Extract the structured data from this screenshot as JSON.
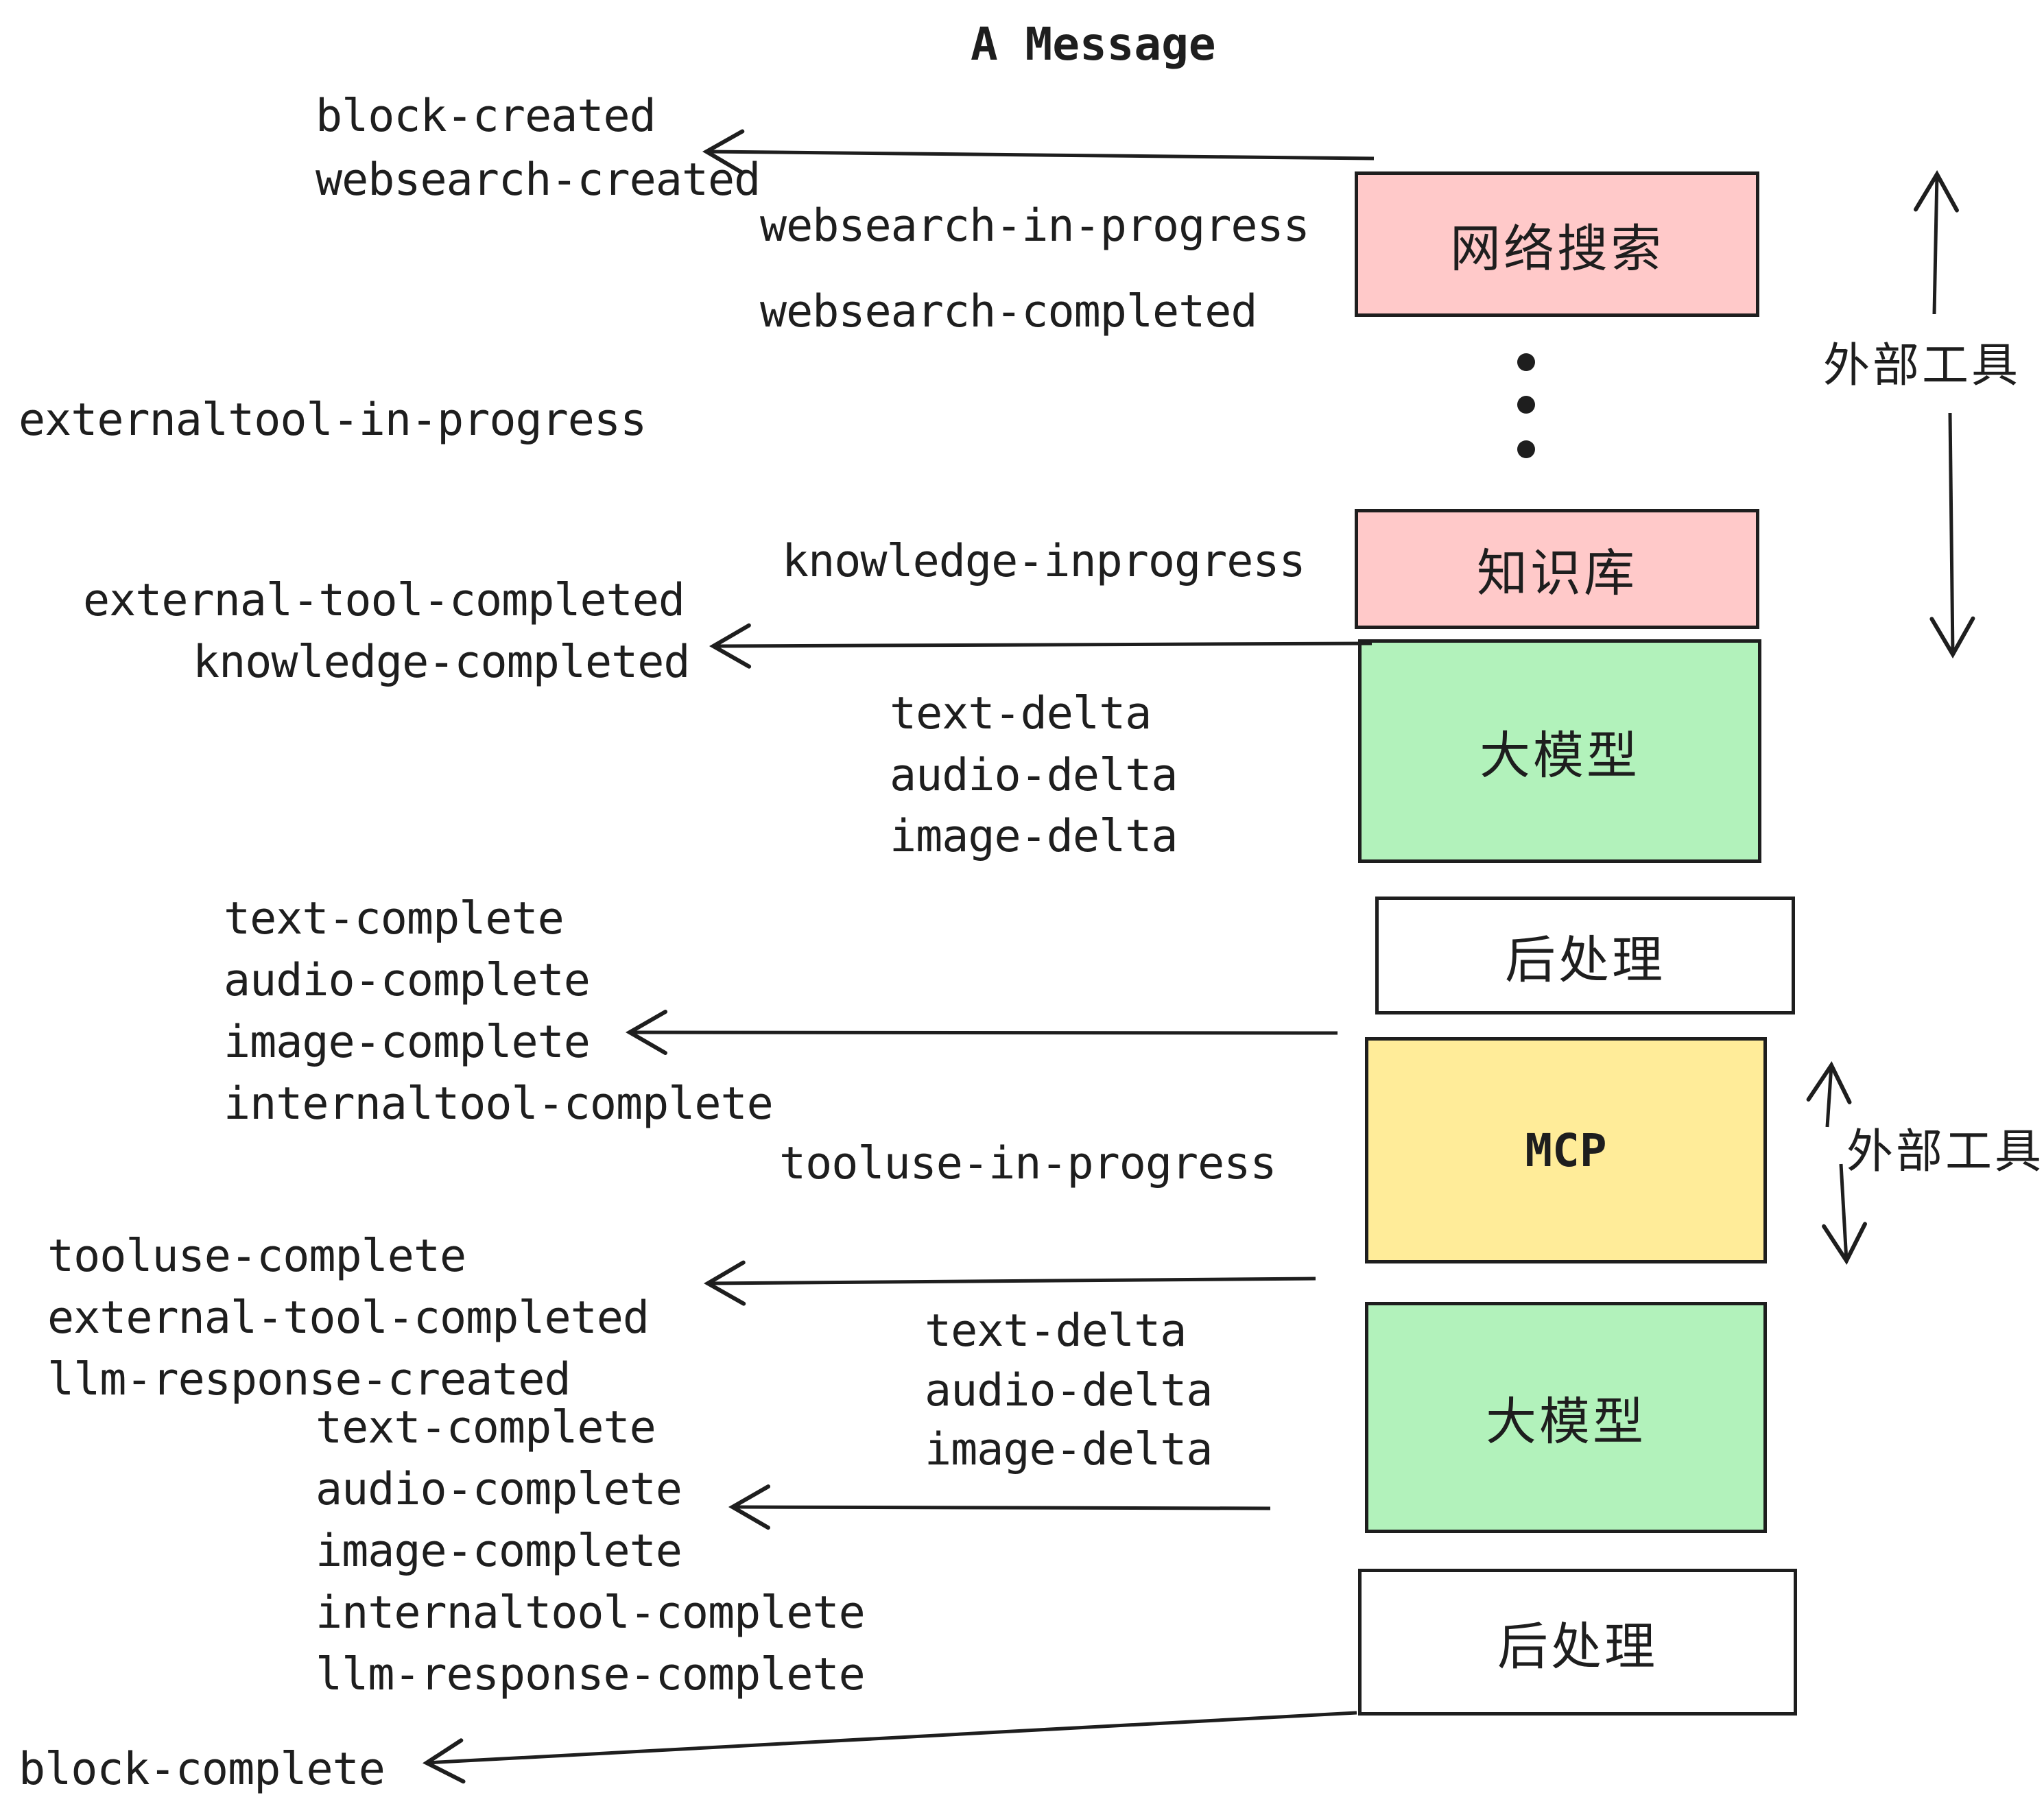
{
  "title": "A Message",
  "colors": {
    "ink": "#1e1e1e",
    "pink": "#ffc9c9",
    "green": "#b2f2bb",
    "yellow": "#ffec99",
    "white": "#ffffff"
  },
  "boxes": [
    {
      "id": "websearch",
      "label": "网络搜索"
    },
    {
      "id": "knowledge",
      "label": "知识库"
    },
    {
      "id": "llm-top",
      "label": "大模型"
    },
    {
      "id": "postprocess-top",
      "label": "后处理"
    },
    {
      "id": "mcp",
      "label": "MCP"
    },
    {
      "id": "llm-bottom",
      "label": "大模型"
    },
    {
      "id": "postprocess-bottom",
      "label": "后处理"
    }
  ],
  "side_labels": [
    {
      "text": "外部工具"
    },
    {
      "text": "外部工具"
    }
  ],
  "events": [
    {
      "text": "block-created"
    },
    {
      "text": "websearch-created"
    },
    {
      "text": "websearch-in-progress"
    },
    {
      "text": "websearch-completed"
    },
    {
      "text": "externaltool-in-progress"
    },
    {
      "text": "knowledge-inprogress"
    },
    {
      "text": "external-tool-completed"
    },
    {
      "text": "knowledge-completed"
    },
    {
      "text": "text-delta"
    },
    {
      "text": "audio-delta"
    },
    {
      "text": "image-delta"
    },
    {
      "text": "text-complete"
    },
    {
      "text": "audio-complete"
    },
    {
      "text": "image-complete"
    },
    {
      "text": "internaltool-complete"
    },
    {
      "text": "tooluse-in-progress"
    },
    {
      "text": "tooluse-complete"
    },
    {
      "text": "external-tool-completed"
    },
    {
      "text": "llm-response-created"
    },
    {
      "text": "text-delta"
    },
    {
      "text": "audio-delta"
    },
    {
      "text": "image-delta"
    },
    {
      "text": "text-complete"
    },
    {
      "text": "audio-complete"
    },
    {
      "text": "image-complete"
    },
    {
      "text": "internaltool-complete"
    },
    {
      "text": "llm-response-complete"
    },
    {
      "text": "block-complete"
    }
  ]
}
